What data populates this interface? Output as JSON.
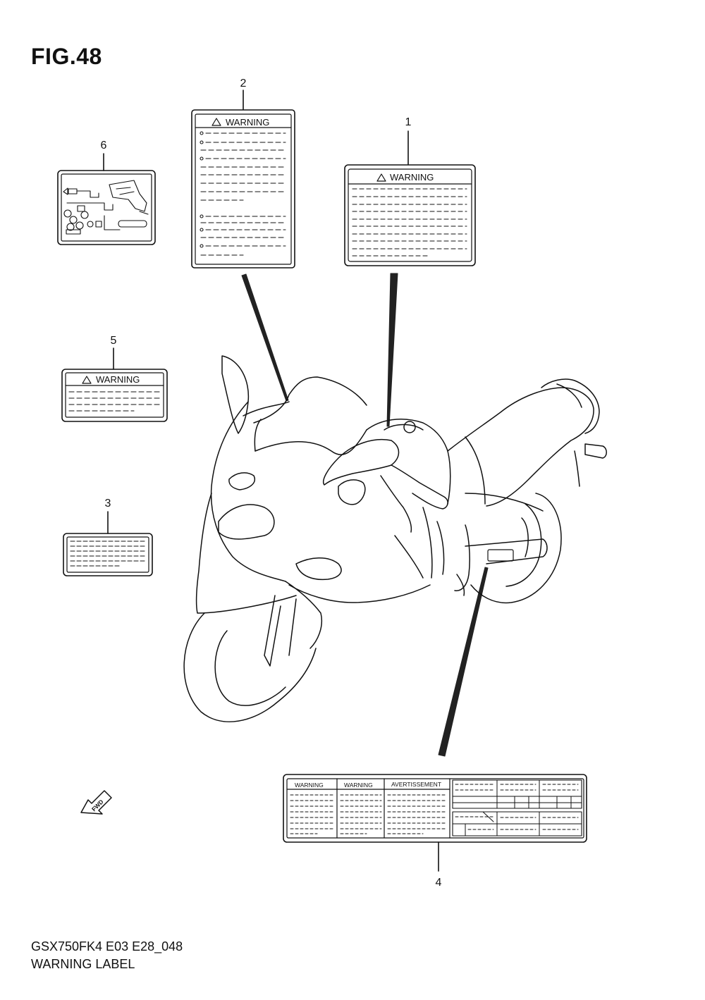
{
  "figure": {
    "title": "FIG.48"
  },
  "callouts": [
    "1",
    "2",
    "3",
    "4",
    "5",
    "6"
  ],
  "labels": {
    "warning": "WARNING",
    "avertissement": "AVERTISSEMENT",
    "fwd": "FWD"
  },
  "footer": {
    "model_code": "GSX750FK4 E03 E28_048",
    "caption": "WARNING LABEL"
  }
}
